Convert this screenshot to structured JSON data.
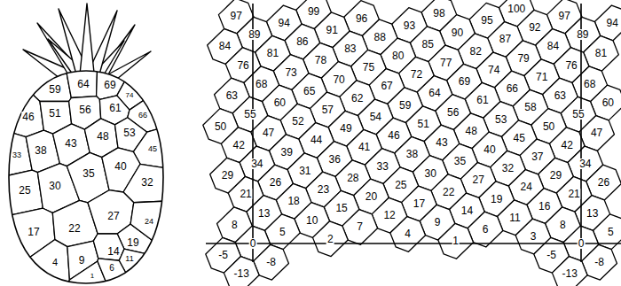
{
  "diagram": {
    "labels": [
      "59",
      "64",
      "69",
      "74",
      "46",
      "51",
      "56",
      "61",
      "66",
      "33",
      "38",
      "43",
      "48",
      "53",
      "45",
      "25",
      "30",
      "35",
      "40",
      "32",
      "17",
      "22",
      "27",
      "19",
      "24",
      "4",
      "9",
      "14",
      "11",
      "1",
      "6",
      "100",
      "99",
      "98",
      "97",
      "97",
      "96",
      "95",
      "94",
      "94",
      "93",
      "92",
      "91",
      "90",
      "89",
      "89",
      "88",
      "87",
      "86",
      "85",
      "84",
      "84",
      "83",
      "82",
      "81",
      "81",
      "80",
      "79",
      "78",
      "77",
      "76",
      "76",
      "75",
      "74",
      "73",
      "72",
      "71",
      "70",
      "69",
      "68",
      "68",
      "67",
      "66",
      "65",
      "64",
      "63",
      "63",
      "62",
      "61",
      "60",
      "60",
      "59",
      "58",
      "57",
      "56",
      "55",
      "55",
      "54",
      "53",
      "52",
      "51",
      "50",
      "50",
      "49",
      "48",
      "47",
      "47",
      "46",
      "45",
      "44",
      "43",
      "42",
      "42",
      "41",
      "40",
      "39",
      "38",
      "37",
      "36",
      "35",
      "34",
      "34",
      "33",
      "32",
      "31",
      "30",
      "29",
      "29",
      "28",
      "27",
      "26",
      "26",
      "25",
      "24",
      "23",
      "22",
      "21",
      "21",
      "20",
      "19",
      "18",
      "17",
      "16",
      "15",
      "14",
      "13",
      "13",
      "12",
      "11",
      "10",
      "9",
      "8",
      "8",
      "7",
      "6",
      "5",
      "5",
      "4",
      "3",
      "2",
      "1",
      "0",
      "0",
      "-5",
      "-5",
      "-8",
      "-8",
      "-13",
      "-13"
    ]
  }
}
